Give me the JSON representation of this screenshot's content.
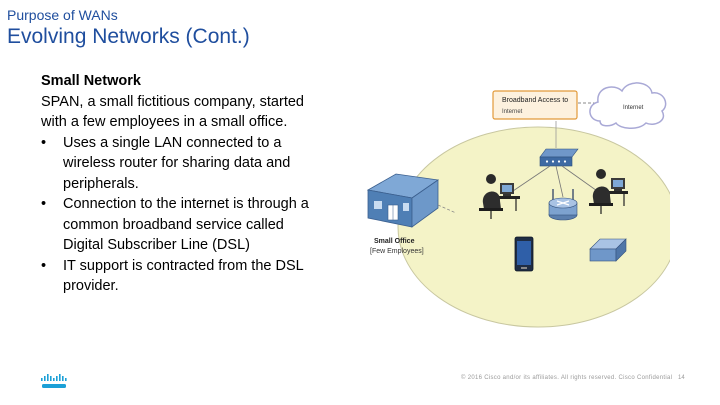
{
  "header": {
    "supertitle": "Purpose of WANs",
    "title": "Evolving Networks (Cont.)"
  },
  "content": {
    "subhead": "Small Network",
    "intro": "SPAN, a small fictitious company, started with a few employees in a small office.",
    "bullets": [
      "Uses a single LAN connected to a wireless router for sharing data and peripherals.",
      "Connection to the internet is through a common broadband service called Digital Subscriber Line (DSL)",
      "IT support is contracted from the DSL provider."
    ]
  },
  "diagram": {
    "callout_title": "Broadband Access to",
    "callout_sub": "Internet",
    "cloud_label": "Internet",
    "office_label": "Small Office",
    "office_sublabel": "[Few Employees]"
  },
  "footer": {
    "copyright": "© 2016 Cisco and/or its affiliates. All rights reserved. Cisco Confidential",
    "page": "14"
  },
  "colors": {
    "title_blue": "#1f4e9e",
    "office_blue": "#4f7fb5",
    "lan_ellipse": "#f4f3c7"
  }
}
